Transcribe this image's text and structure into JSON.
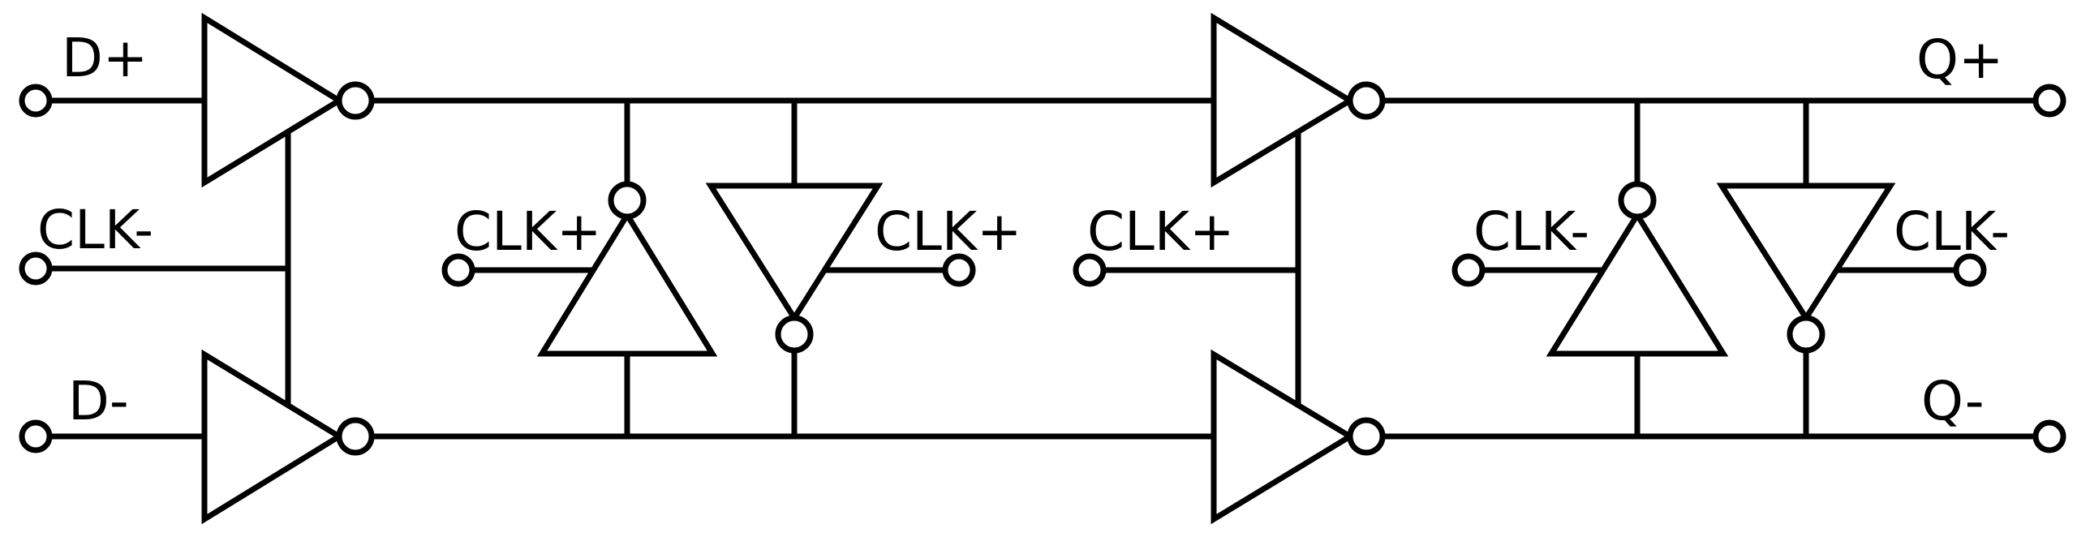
{
  "diagram": {
    "labels": {
      "d_plus": "D+",
      "d_minus": "D-",
      "clk_minus_in": "CLK-",
      "clk_plus_stage1_left": "CLK+",
      "clk_plus_stage1_right": "CLK+",
      "clk_plus_stage2_in": "CLK+",
      "clk_minus_stage2_left": "CLK-",
      "clk_minus_stage2_right": "CLK-",
      "q_plus": "Q+",
      "q_minus": "Q-"
    },
    "colors": {
      "stroke": "#000000",
      "background": "#ffffff"
    }
  }
}
